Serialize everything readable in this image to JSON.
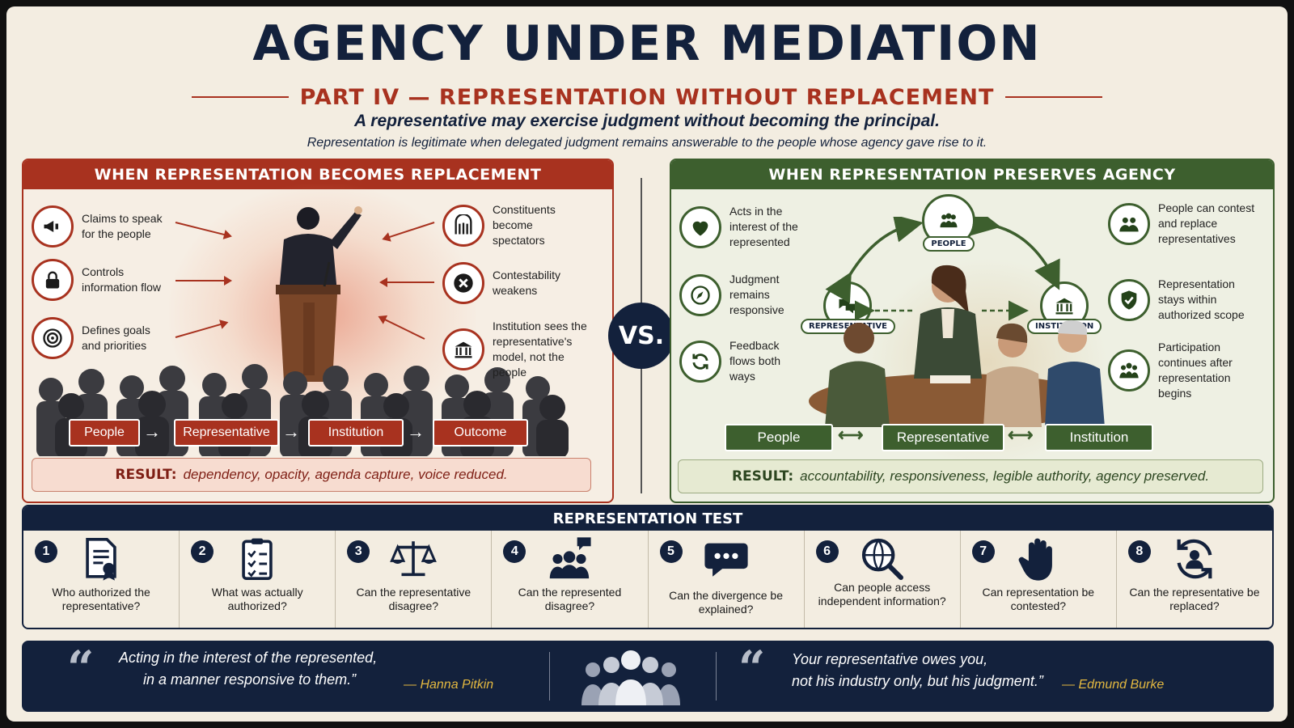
{
  "header": {
    "title": "AGENCY UNDER MEDIATION",
    "subtitle": "PART IV — REPRESENTATION WITHOUT REPLACEMENT",
    "tagline": "A representative may exercise judgment without becoming the principal.",
    "tagline2": "Representation is legitimate when delegated judgment remains answerable to the people whose agency gave rise to it."
  },
  "left_panel": {
    "title": "WHEN REPRESENTATION BECOMES REPLACEMENT",
    "items": [
      {
        "label": "Claims to speak for the people",
        "icon": "megaphone-icon"
      },
      {
        "label": "Controls information flow",
        "icon": "lock-icon"
      },
      {
        "label": "Defines goals and priorities",
        "icon": "target-icon"
      },
      {
        "label": "Constituents become spectators",
        "icon": "gate-icon"
      },
      {
        "label": "Contestability weakens",
        "icon": "x-circle-icon"
      },
      {
        "label": "Institution sees the representative's model, not the people",
        "icon": "institution-icon"
      }
    ],
    "flow": [
      "People",
      "Representative",
      "Institution",
      "Outcome"
    ],
    "result_label": "RESULT:",
    "result_text": "dependency, opacity, agenda capture, voice reduced."
  },
  "vs_label": "VS.",
  "right_panel": {
    "title": "WHEN REPRESENTATION PRESERVES AGENCY",
    "items": [
      {
        "label": "Acts in the interest of the represented",
        "icon": "heart-icon"
      },
      {
        "label": "Judgment remains responsive",
        "icon": "compass-icon"
      },
      {
        "label": "Feedback flows both ways",
        "icon": "cycle-icon"
      },
      {
        "label": "People can contest and replace representatives",
        "icon": "group-icon"
      },
      {
        "label": "Representation stays within authorized scope",
        "icon": "shield-check-icon"
      },
      {
        "label": "Participation continues after representation begins",
        "icon": "participants-icon"
      }
    ],
    "nodes": {
      "people": "PEOPLE",
      "representative": "REPRESENTATIVE",
      "institution": "INSTITUTION"
    },
    "flow": [
      "People",
      "Representative",
      "Institution"
    ],
    "result_label": "RESULT:",
    "result_text": "accountability, responsiveness, legible authority, agency preserved."
  },
  "test": {
    "title": "REPRESENTATION TEST",
    "items": [
      {
        "num": "1",
        "question": "Who authorized the representative?",
        "icon": "certificate-icon"
      },
      {
        "num": "2",
        "question": "What was actually authorized?",
        "icon": "checklist-icon"
      },
      {
        "num": "3",
        "question": "Can the representative disagree?",
        "icon": "scales-icon"
      },
      {
        "num": "4",
        "question": "Can the represented disagree?",
        "icon": "group-speech-icon"
      },
      {
        "num": "5",
        "question": "Can the divergence be explained?",
        "icon": "speech-bubble-icon"
      },
      {
        "num": "6",
        "question": "Can people access independent information?",
        "icon": "globe-search-icon"
      },
      {
        "num": "7",
        "question": "Can representation be contested?",
        "icon": "raised-hand-icon"
      },
      {
        "num": "8",
        "question": "Can the representative be replaced?",
        "icon": "person-cycle-icon"
      }
    ]
  },
  "quotes": [
    {
      "text_line1": "Acting in the interest of the represented,",
      "text_line2": "in a manner responsive to them.”",
      "author": "— Hanna Pitkin"
    },
    {
      "text_line1": "Your representative owes you,",
      "text_line2": "not his industry only, but his judgment.”",
      "author": "— Edmund Burke"
    }
  ],
  "colors": {
    "navy": "#13213c",
    "red": "#a8321f",
    "green": "#3d5f2e",
    "gold": "#e3b840",
    "background": "#f3ede1"
  }
}
